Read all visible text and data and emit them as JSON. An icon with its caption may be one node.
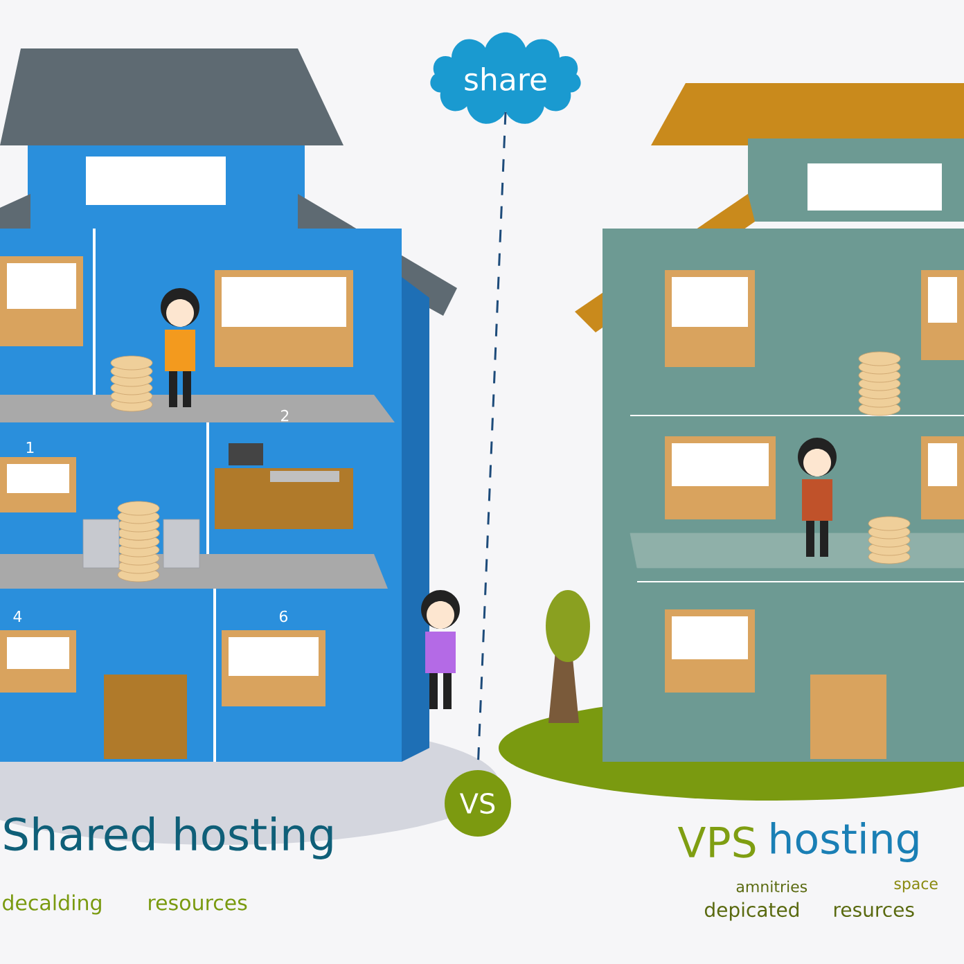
{
  "diagram": {
    "nodes": [
      {
        "text": [
          "share"
        ]
      },
      {
        "text": [
          "VS"
        ]
      }
    ],
    "edges": [
      {
        "from": 0,
        "to": 1,
        "arrow": "none",
        "style": "dashed"
      }
    ],
    "labels": [
      "1",
      "2",
      "4",
      "6",
      "Shared hosting",
      "VPS",
      "hosting",
      "decalding",
      "resources",
      "amnitries",
      "space",
      "depicated",
      "resurces"
    ]
  }
}
